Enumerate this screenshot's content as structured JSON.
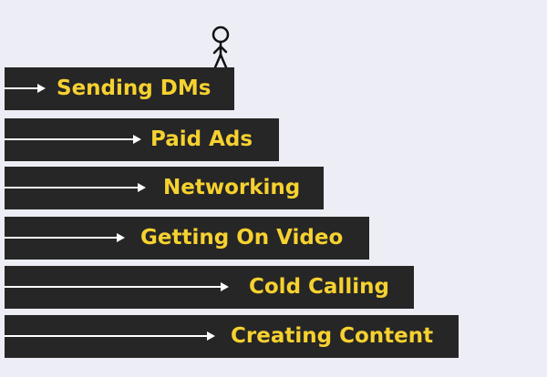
{
  "colors": {
    "background": "#ecedf5",
    "step": "#262626",
    "label": "#f6d130",
    "arrow": "#ffffff",
    "figure": "#111111"
  },
  "figure_icon": "stick-figure-icon",
  "steps": [
    {
      "label": "Sending DMs"
    },
    {
      "label": "Paid Ads"
    },
    {
      "label": "Networking"
    },
    {
      "label": "Getting On Video"
    },
    {
      "label": "Cold Calling"
    },
    {
      "label": "Creating Content"
    }
  ]
}
